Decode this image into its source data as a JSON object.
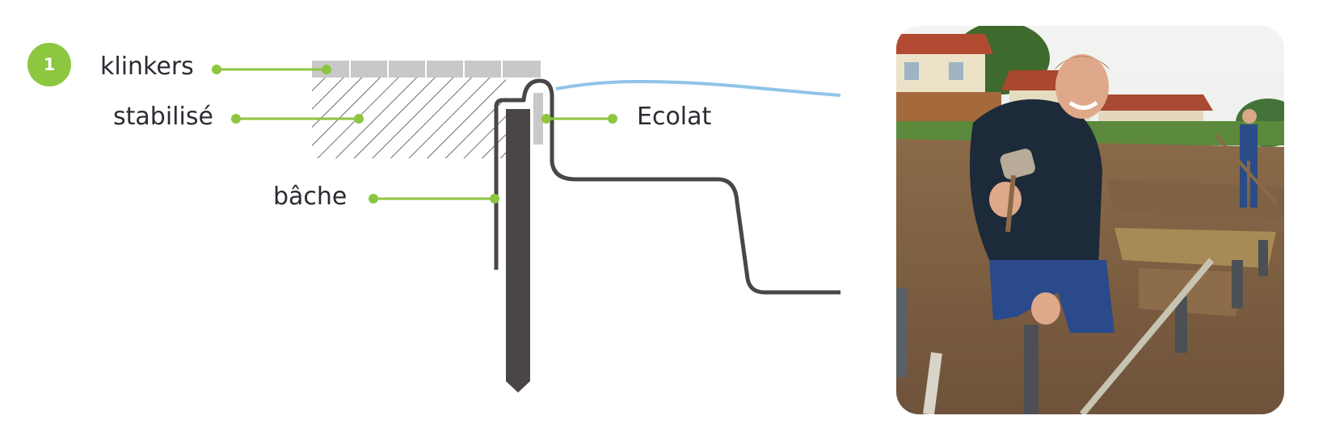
{
  "step": {
    "number": "1"
  },
  "labels": {
    "klinkers": "klinkers",
    "stabilise": "stabilisé",
    "bache": "bâche",
    "ecolat": "Ecolat"
  },
  "colors": {
    "accent": "#8dc63f",
    "water": "#8fc4e6",
    "liner": "#4a4648",
    "pavers": "#c8c8c8",
    "text": "#2b2b33"
  },
  "photo": {
    "icon": "photo-worker-hammering-stakes"
  }
}
